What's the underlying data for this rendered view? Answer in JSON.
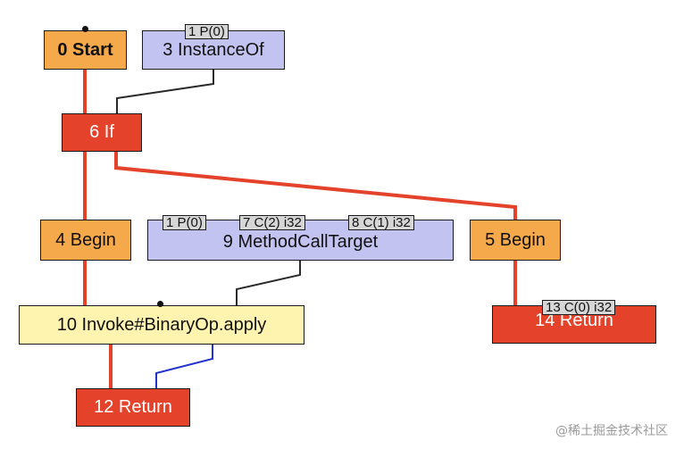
{
  "colors": {
    "control_edge": "#e4422a",
    "data_edge": "#2a2a2a",
    "association_edge": "#2233cc",
    "begin_node": "#f6a94a",
    "control_node": "#e4422a",
    "data_node": "#c3c3f1",
    "invoke_node": "#fff3b0"
  },
  "nodes": {
    "start": "0 Start",
    "instanceof": "3 InstanceOf",
    "if": "6 If",
    "begin4": "4 Begin",
    "methodcalltarget": "9 MethodCallTarget",
    "begin5": "5 Begin",
    "invoke": "10 Invoke#BinaryOp.apply",
    "return12": "12 Return",
    "return14": "14 Return"
  },
  "input_tags": {
    "instanceof_p0": "1 P(0)",
    "mct_p0": "1 P(0)",
    "mct_c2": "7 C(2) i32",
    "mct_c1": "8 C(1) i32",
    "return14_c0": "13 C(0) i32"
  },
  "watermark": "@稀土掘金技术社区"
}
